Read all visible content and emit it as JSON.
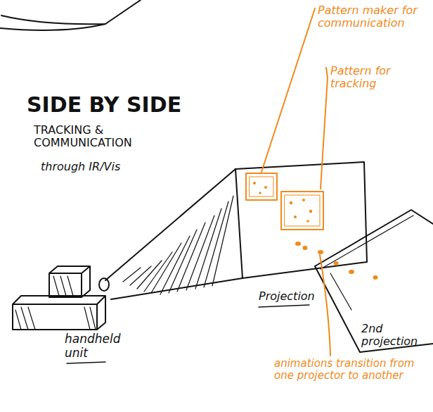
{
  "diagram": {
    "title": "SIDE BY SIDE",
    "labels": [
      "TRACKING & COMMUNICATION",
      "through IR/Vis",
      "Pattern maker for communication",
      "Pattern for tracking",
      "Projection",
      "2nd projection",
      "animations transition from one projector to another",
      "handheld unit"
    ]
  }
}
